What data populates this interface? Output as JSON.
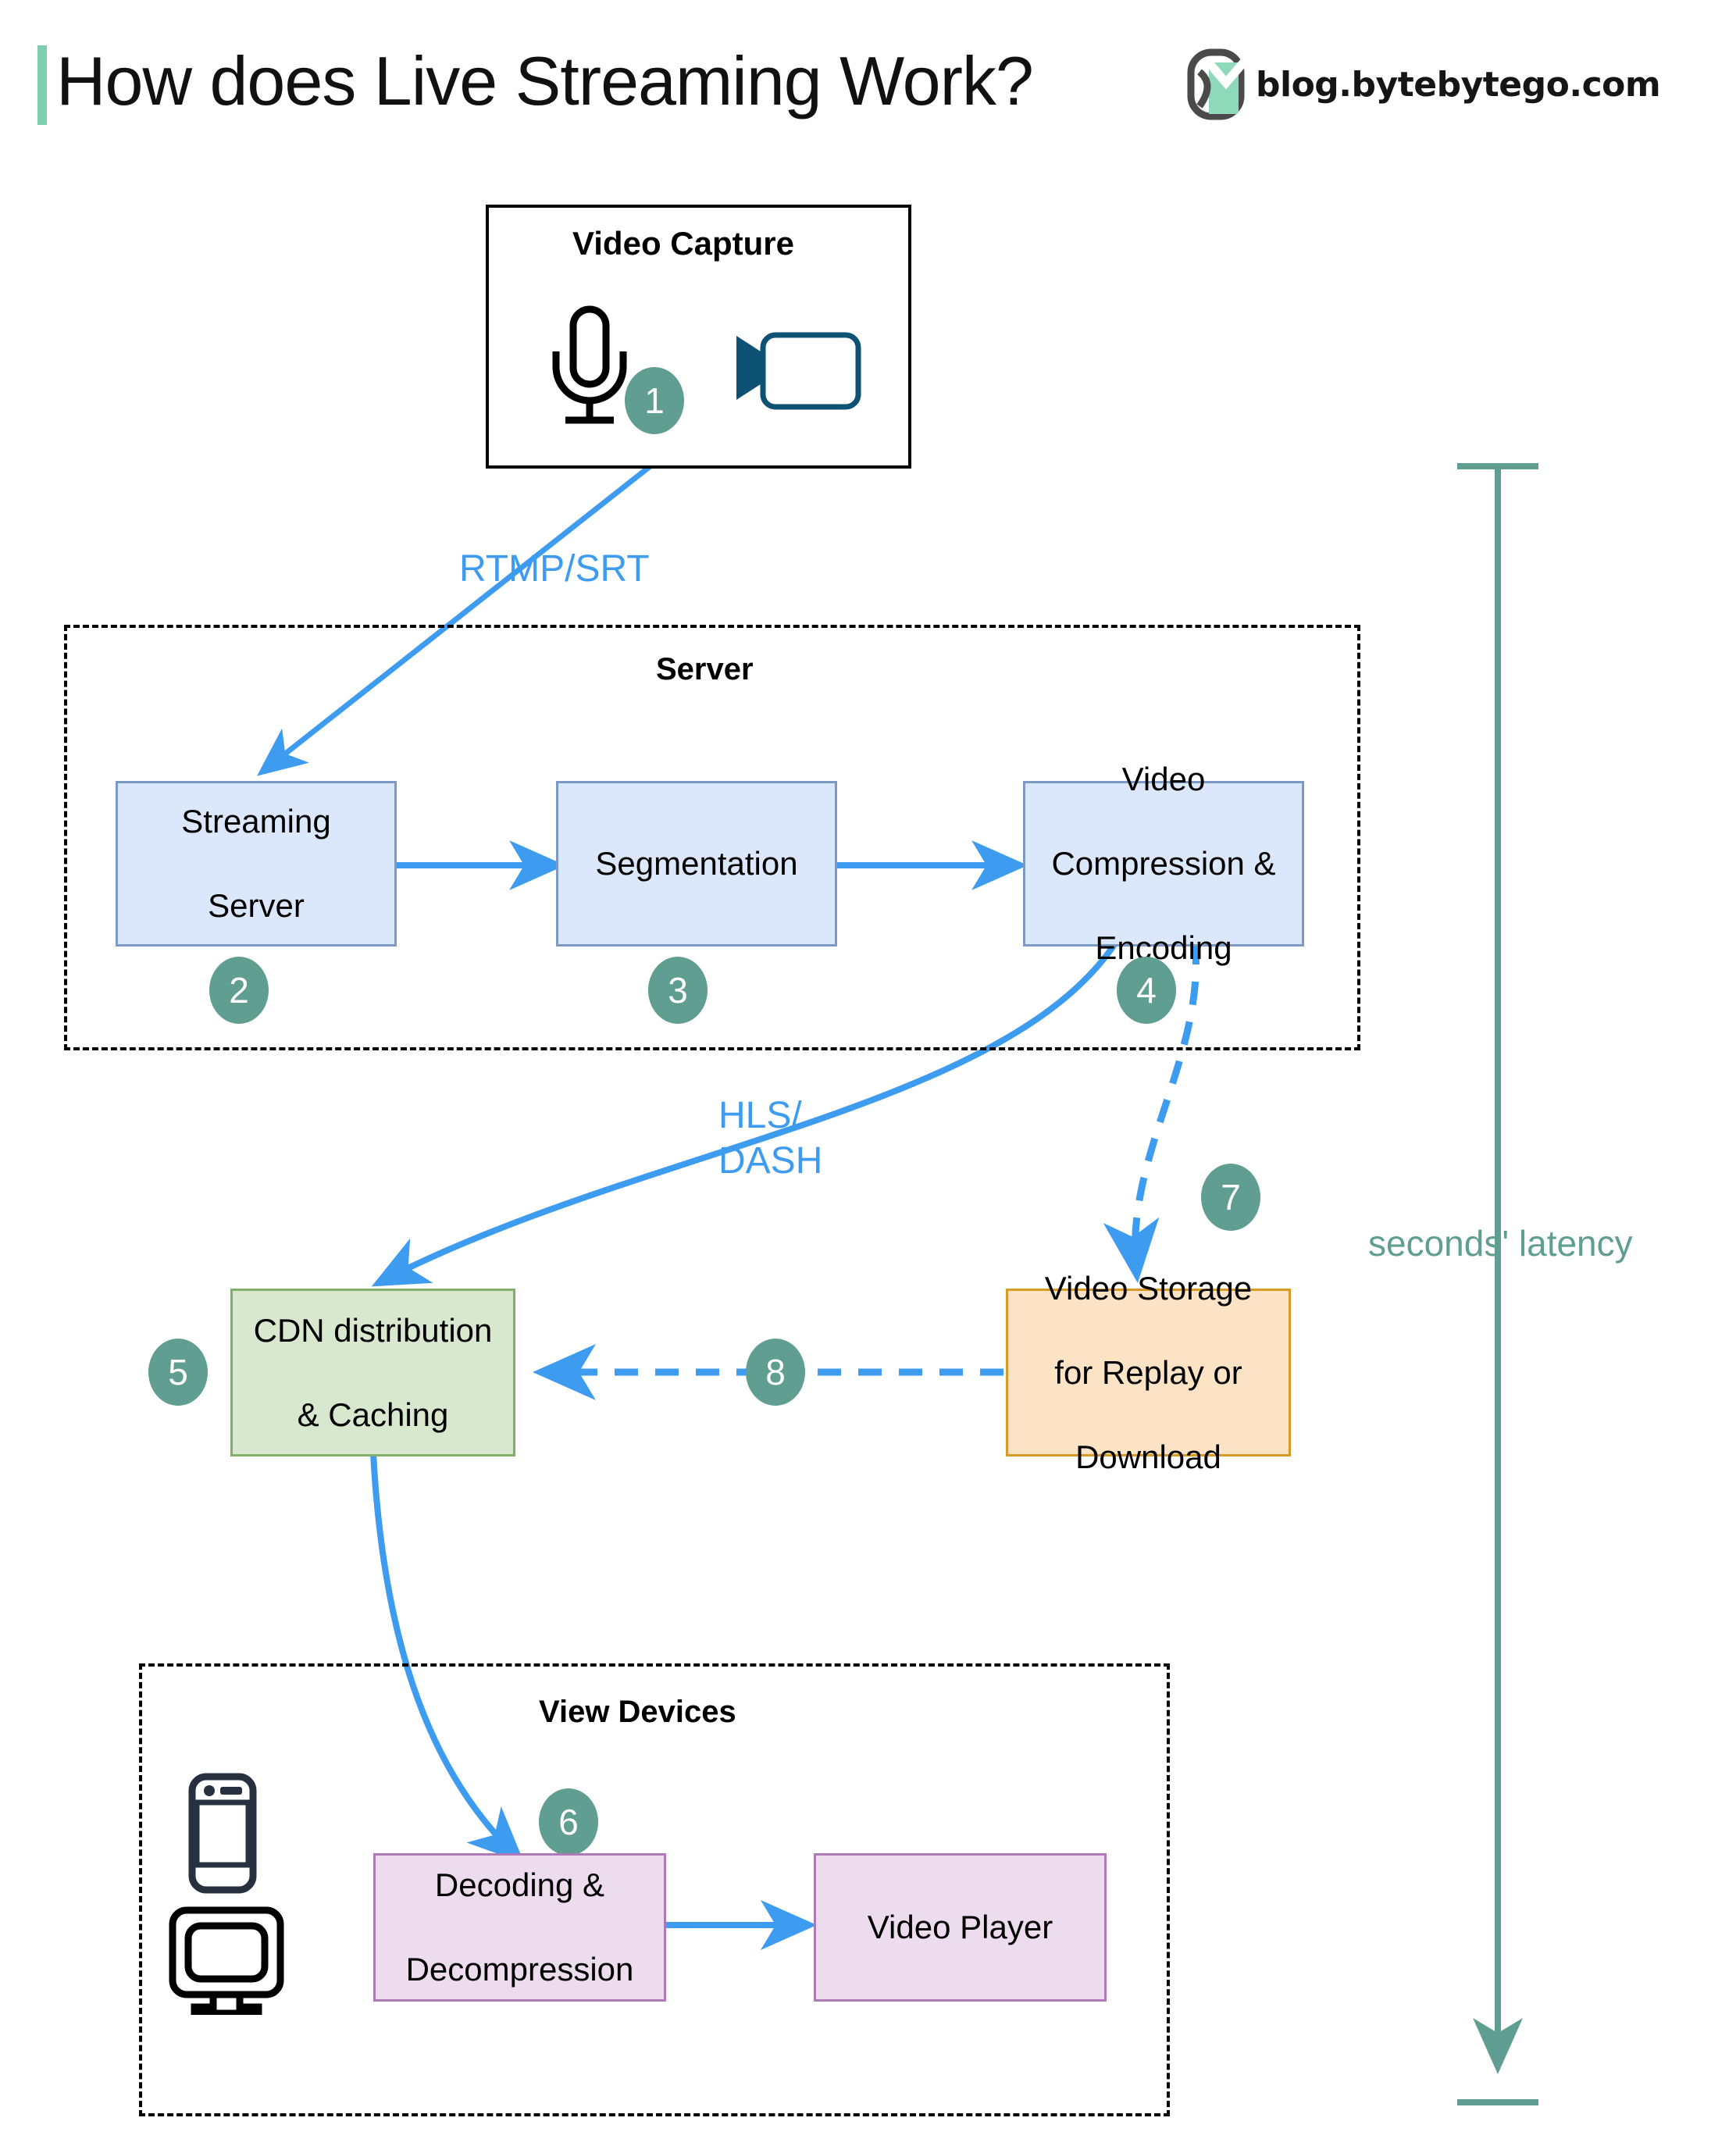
{
  "header": {
    "title": "How does Live Streaming Work?",
    "brand_text": "blog.bytebytego.com",
    "accent_color": "#7ecfb0"
  },
  "colors": {
    "badge": "#5f9e90",
    "flow_blue": "#3d9bf0",
    "node_blue_fill": "#dbe8fb",
    "node_blue_border": "#7b9bc4",
    "node_green_fill": "#d7e8cf",
    "node_green_border": "#7faf68",
    "node_orange_fill": "#fde3c5",
    "node_orange_border": "#d79a25",
    "node_purple_fill": "#ecdcee",
    "node_purple_border": "#ad7ab5",
    "camera_icon": "#0d5173",
    "phone_icon": "#26303f",
    "latency_teal": "#5f9e90"
  },
  "capture_group": {
    "label": "Video Capture",
    "icons": [
      "microphone-icon",
      "video-camera-icon"
    ]
  },
  "server_group": {
    "label": "Server",
    "nodes": [
      {
        "label": "Streaming\nServer",
        "step": "2"
      },
      {
        "label": "Segmentation",
        "step": "3"
      },
      {
        "label": "Video\nCompression &\nEncoding",
        "step": "4"
      }
    ]
  },
  "view_group": {
    "label": "View Devices",
    "icons": [
      "mobile-phone-icon",
      "desktop-monitor-icon"
    ],
    "nodes": [
      {
        "label": "Decoding &\nDecompression",
        "step": "6"
      },
      {
        "label": "Video Player",
        "step": ""
      }
    ]
  },
  "cdn": {
    "label": "CDN distribution\n& Caching",
    "step": "5"
  },
  "storage": {
    "label": "Video Storage\nfor Replay or\nDownload",
    "step": "7",
    "back_step": "8"
  },
  "steps": {
    "s1": "1",
    "s2": "2",
    "s3": "3",
    "s4": "4",
    "s5": "5",
    "s6": "6",
    "s7": "7",
    "s8": "8"
  },
  "edge_labels": {
    "rtmp": "RTMP/SRT",
    "hls_line1": "HLS/",
    "hls_line2": "DASH"
  },
  "latency": {
    "label": "seconds' latency"
  },
  "node_text": {
    "capture_title": "Video Capture",
    "server_title": "Server",
    "streaming_server_l1": "Streaming",
    "streaming_server_l2": "Server",
    "segmentation": "Segmentation",
    "compression_l1": "Video",
    "compression_l2": "Compression &",
    "compression_l3": "Encoding",
    "cdn_l1": "CDN distribution",
    "cdn_l2": "& Caching",
    "storage_l1": "Video Storage",
    "storage_l2": "for Replay or",
    "storage_l3": "Download",
    "view_title": "View Devices",
    "decoding_l1": "Decoding &",
    "decoding_l2": "Decompression",
    "player": "Video Player"
  }
}
